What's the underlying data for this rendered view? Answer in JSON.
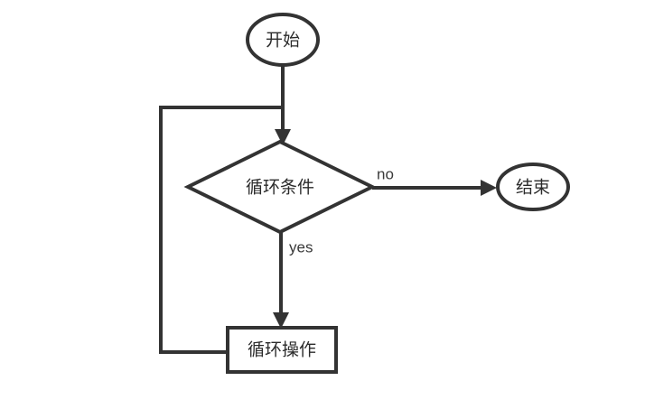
{
  "diagram": {
    "type": "flowchart",
    "title": "",
    "background_color": "#ffffff",
    "stroke_color": "#333333",
    "text_color": "#2b2b2b",
    "nodes": [
      {
        "id": "start",
        "shape": "ellipse",
        "label": "开始"
      },
      {
        "id": "condition",
        "shape": "diamond",
        "label": "循环条件"
      },
      {
        "id": "end",
        "shape": "ellipse",
        "label": "结束"
      },
      {
        "id": "operation",
        "shape": "rectangle",
        "label": "循环操作"
      }
    ],
    "edges": [
      {
        "id": "start-to-condition",
        "from": "start",
        "to": "condition",
        "label": ""
      },
      {
        "id": "condition-to-end",
        "from": "condition",
        "to": "end",
        "label": "no"
      },
      {
        "id": "condition-to-operation",
        "from": "condition",
        "to": "operation",
        "label": "yes"
      },
      {
        "id": "operation-to-condition",
        "from": "operation",
        "to": "condition",
        "label": ""
      }
    ]
  }
}
